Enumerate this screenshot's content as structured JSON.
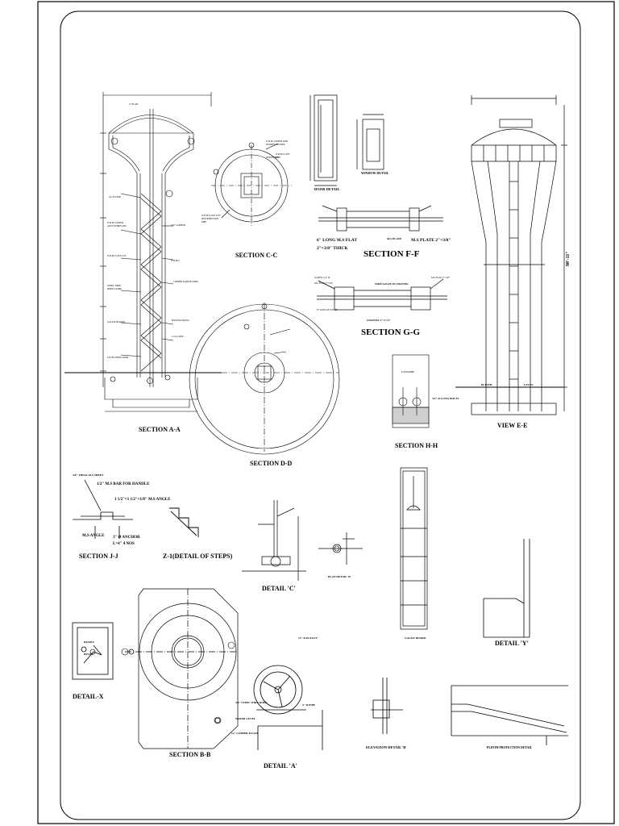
{
  "sections": {
    "a": "SECTION A-A",
    "b": "SECTION B-B",
    "c": "SECTION C-C",
    "d": "SECTION D-D",
    "f": "SECTION F-F",
    "g": "SECTION G-G",
    "h": "SECTION H-H",
    "j": "SECTION J-J",
    "view_e": "VIEW E-E"
  },
  "details": {
    "door": "DOOR DETAIL",
    "window": "WINDOW DETAIL",
    "steps": "Z-1(DETAIL OF STEPS)",
    "c": "DETAIL 'C'",
    "plan_b": "PLAN DETAIL 'B'",
    "gauge": "GAUGE BOARD",
    "y": "DETAIL 'Y'",
    "x": "DETAIL-X",
    "a": "DETAIL 'A'",
    "elevation_b": "ELEVATION DETAIL 'B'",
    "plinth": "PLINTH PROTECTION DETAIL"
  },
  "notes": {
    "ff_flat_left": "6\" LONG M.S FLAT",
    "ff_thick": "2\"×3/8\" THICK",
    "ff_plate": "M.S PLATE",
    "ff_flat_right": "M.S PLATE 2\"×3/8\"",
    "jj_sheet": "3/8\" THICK M.S SHEET",
    "jj_bar": "1/2\" M.S BAR FOR HANDLE",
    "jj_angle": "1 1/2\"×1 1/2\"×1/8\" M.S ANGLE",
    "jj_angle2": "M.S ANGLE",
    "jj_anchor": "3\" Ø ANCHOR",
    "jj_anchor2": "L=4\" 4 NOS",
    "dA_pulley": "12\" Ø PULLEY",
    "dA_steel": "3/8\" STEEL WIRE ROPE",
    "dA_water": "WATER LEVEL",
    "dA_float": "12\" COPPER FLOAT",
    "dA_pipe": "3\" Ø PIPE",
    "dx_handle": "HANDLE",
    "dx_hinges": "HINGES",
    "hh_concrete": "1:2:4 CONC",
    "hh_bolts": "3/4\" Ø LONG BOLTS",
    "ve_plinth": "PLINTH",
    "ve_level": "LEVEL",
    "ve_height": "90'-11\"",
    "gg_grating": "WIRE GAUZE IN CHANNEL",
    "gg_channel": "CHANNEL 3\"×1 1/2\""
  }
}
